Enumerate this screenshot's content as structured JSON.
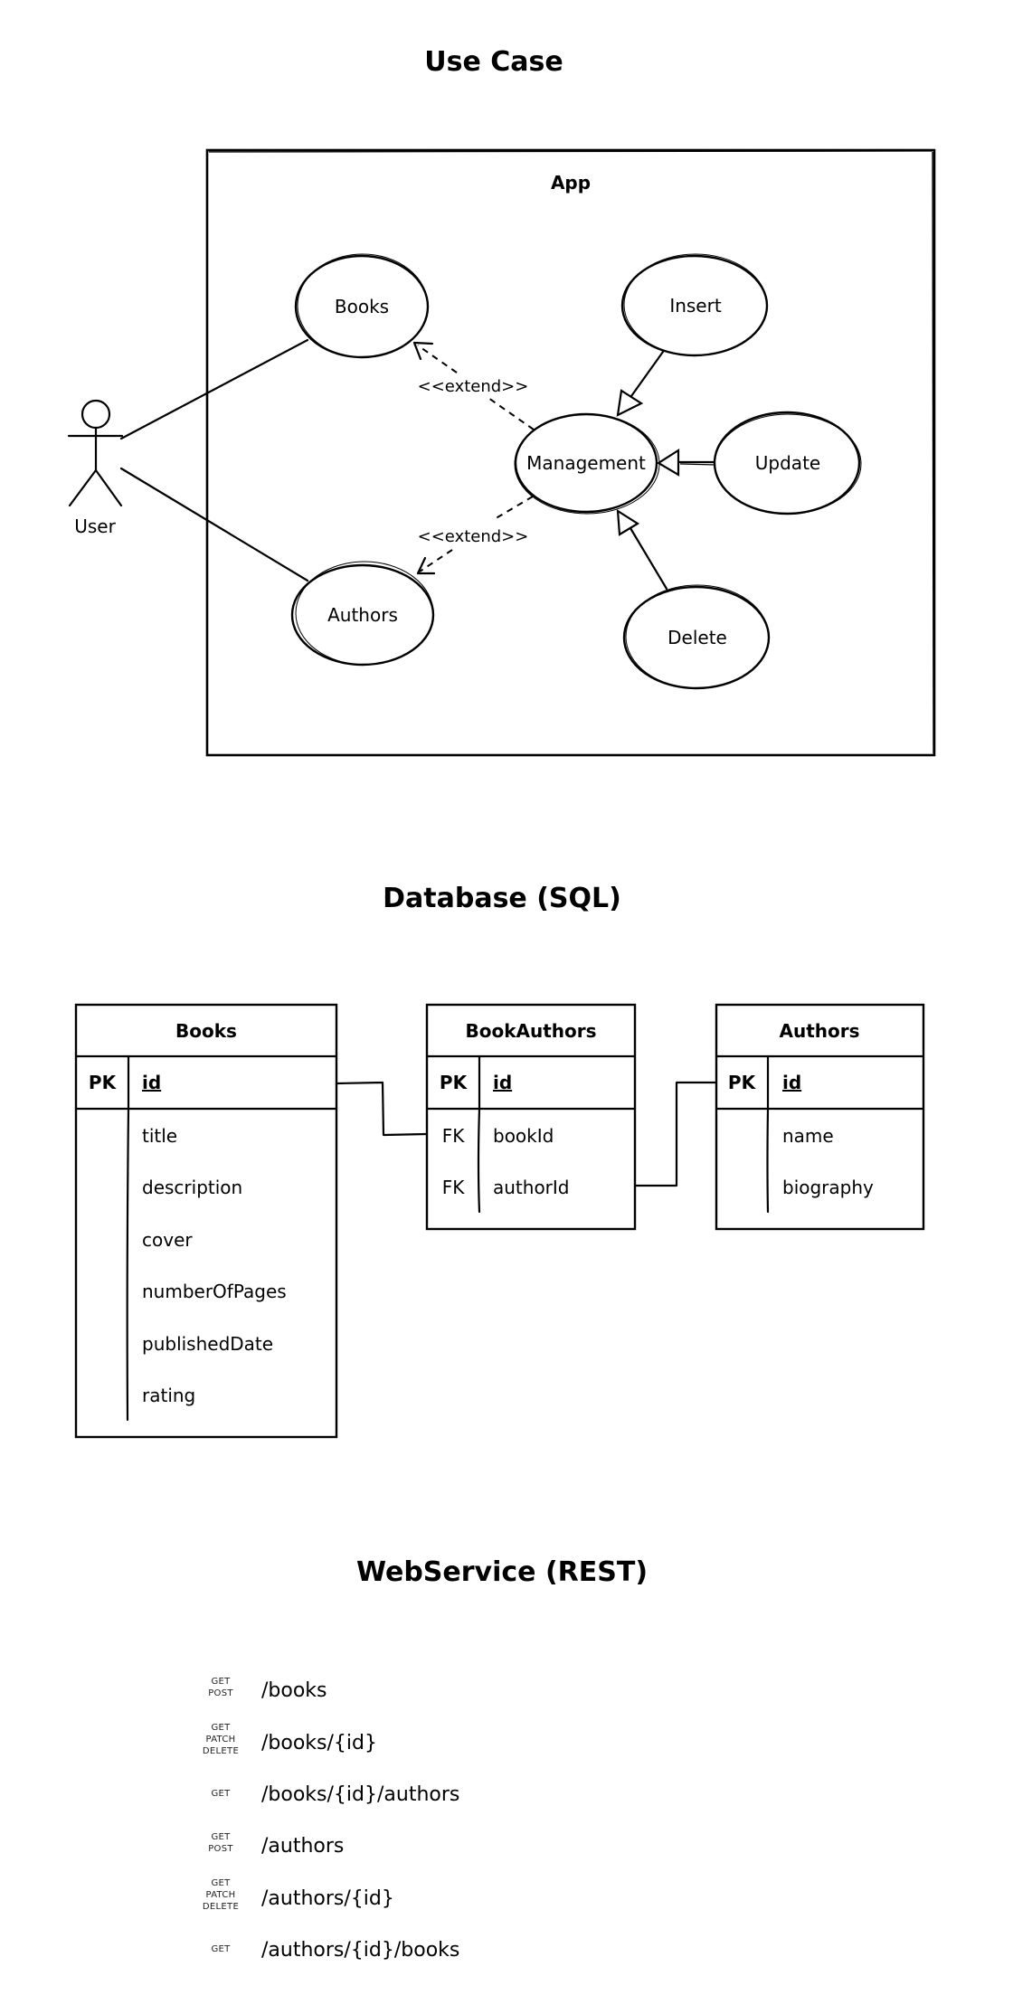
{
  "sections": {
    "use_case": {
      "title": "Use Case",
      "system_boundary": "App",
      "actor": {
        "label": "User"
      },
      "use_cases": {
        "books": "Books",
        "authors": "Authors",
        "management": "Management",
        "insert": "Insert",
        "update": "Update",
        "delete": "Delete"
      },
      "relations": [
        {
          "from": "User",
          "to": "Books",
          "type": "association"
        },
        {
          "from": "User",
          "to": "Authors",
          "type": "association"
        },
        {
          "from": "Management",
          "to": "Books",
          "type": "extend",
          "label": "<<extend>>"
        },
        {
          "from": "Management",
          "to": "Authors",
          "type": "extend",
          "label": "<<extend>>"
        },
        {
          "from": "Insert",
          "to": "Management",
          "type": "generalization"
        },
        {
          "from": "Update",
          "to": "Management",
          "type": "generalization"
        },
        {
          "from": "Delete",
          "to": "Management",
          "type": "generalization"
        }
      ],
      "extend_label_top": "<<extend>>",
      "extend_label_bottom": "<<extend>>"
    },
    "database": {
      "title": "Database (SQL)",
      "tables": [
        {
          "name": "Books",
          "pk": {
            "key": "PK",
            "field": "id"
          },
          "fields": [
            {
              "key": "",
              "field": "title"
            },
            {
              "key": "",
              "field": "description"
            },
            {
              "key": "",
              "field": "cover"
            },
            {
              "key": "",
              "field": "numberOfPages"
            },
            {
              "key": "",
              "field": "publishedDate"
            },
            {
              "key": "",
              "field": "rating"
            }
          ]
        },
        {
          "name": "BookAuthors",
          "pk": {
            "key": "PK",
            "field": "id"
          },
          "fields": [
            {
              "key": "FK",
              "field": "bookId"
            },
            {
              "key": "FK",
              "field": "authorId"
            }
          ]
        },
        {
          "name": "Authors",
          "pk": {
            "key": "PK",
            "field": "id"
          },
          "fields": [
            {
              "key": "",
              "field": "name"
            },
            {
              "key": "",
              "field": "biography"
            }
          ]
        }
      ],
      "relations": [
        {
          "from": "Books.id",
          "to": "BookAuthors.bookId"
        },
        {
          "from": "BookAuthors.authorId",
          "to": "Authors.id"
        }
      ]
    },
    "webservice": {
      "title": "WebService (REST)",
      "endpoints": [
        {
          "methods": [
            "GET",
            "POST"
          ],
          "path": "/books"
        },
        {
          "methods": [
            "GET",
            "PATCH",
            "DELETE"
          ],
          "path": "/books/{id}"
        },
        {
          "methods": [
            "GET"
          ],
          "path": "/books/{id}/authors"
        },
        {
          "methods": [
            "GET",
            "POST"
          ],
          "path": "/authors"
        },
        {
          "methods": [
            "GET",
            "PATCH",
            "DELETE"
          ],
          "path": "/authors/{id}"
        },
        {
          "methods": [
            "GET"
          ],
          "path": "/authors/{id}/books"
        }
      ]
    }
  }
}
